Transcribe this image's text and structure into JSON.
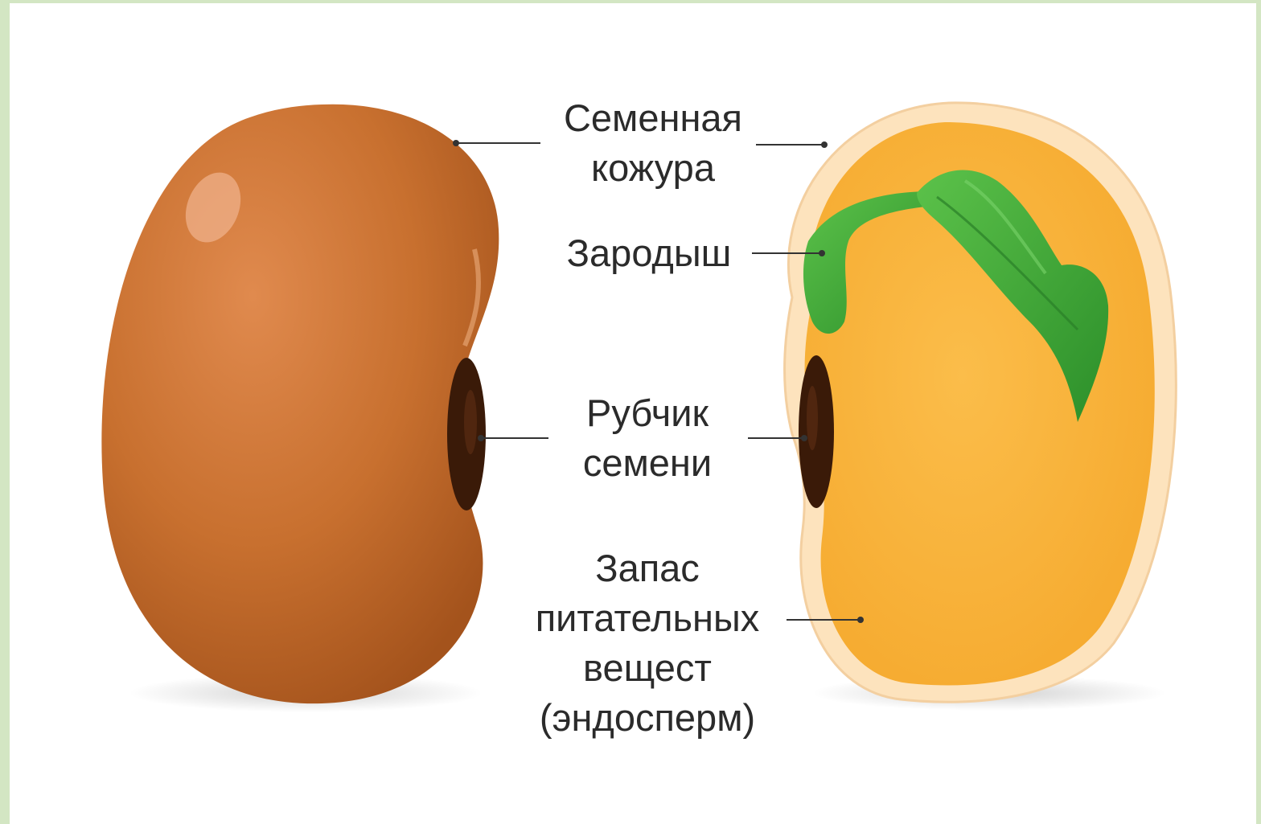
{
  "labels": {
    "seed_coat": {
      "line1": "Семенная",
      "line2": "кожура"
    },
    "embryo": {
      "line1": "Зародыш"
    },
    "hilum": {
      "line1": "Рубчик",
      "line2": "семени"
    },
    "endosperm": {
      "line1": "Запас",
      "line2": "питательных",
      "line3": "вещест",
      "line4": "(эндосперм)"
    }
  },
  "colors": {
    "frame": "#d3e6c3",
    "bean_outer": "#c46a2c",
    "bean_highlight": "#e8a070",
    "hilum": "#3a1a08",
    "coat_cross_section": "#fde3bd",
    "endosperm": "#f7b13a",
    "embryo_green": "#3fae3a",
    "leader_line": "#333333",
    "text": "#2b2b2b"
  }
}
